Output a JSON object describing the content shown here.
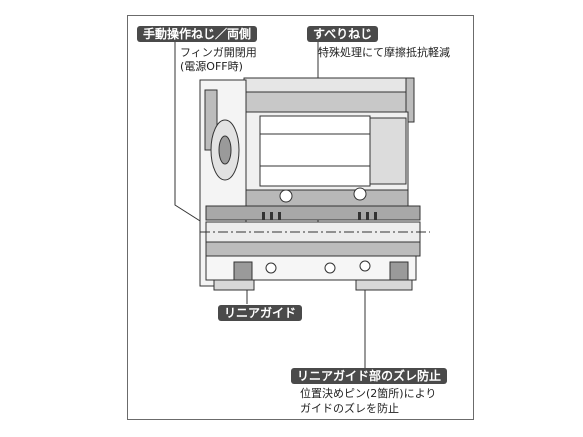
{
  "callouts": {
    "manual_screw": {
      "title": "手動操作ねじ／両側",
      "desc_line1": "フィンガ開閉用",
      "desc_line2": "(電源OFF時)"
    },
    "slip_screw": {
      "title": "すべりねじ",
      "desc": "特殊処理にて摩擦抵抗軽減"
    },
    "linear_guide": {
      "title": "リニアガイド"
    },
    "guide_shift": {
      "title": "リニアガイド部のズレ防止",
      "desc_line1": "位置決めピン(2箇所)により",
      "desc_line2": "ガイドのズレを防止"
    }
  },
  "colors": {
    "tag_bg": "#4a4a4a",
    "body_gray": "#c8c8c8",
    "dark_gray": "#8a8a8a",
    "line": "#333333"
  }
}
